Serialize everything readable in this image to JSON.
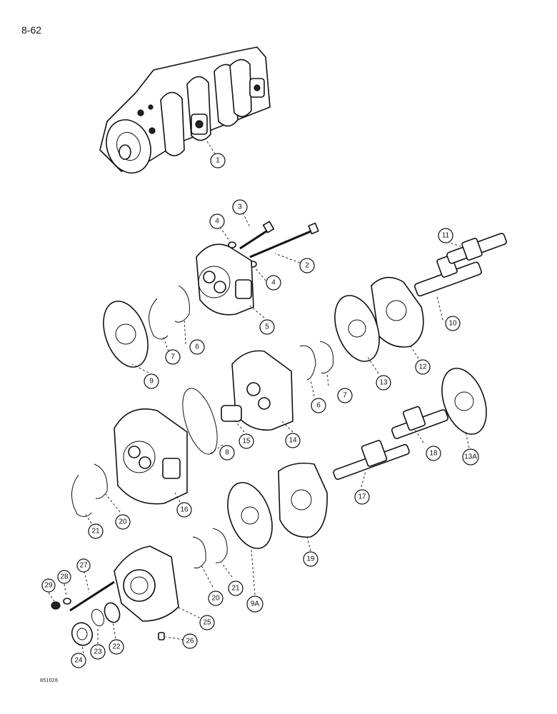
{
  "page": {
    "number": "8-62",
    "figure_code": "851028"
  },
  "callouts": [
    "1",
    "2",
    "3",
    "4",
    "4",
    "5",
    "6",
    "7",
    "9",
    "10",
    "11",
    "12",
    "13",
    "6",
    "7",
    "14",
    "15",
    "8",
    "16",
    "13A",
    "18",
    "17",
    "19",
    "21",
    "20",
    "21",
    "20",
    "9A",
    "27",
    "28",
    "29",
    "25",
    "26",
    "22",
    "23",
    "24"
  ]
}
